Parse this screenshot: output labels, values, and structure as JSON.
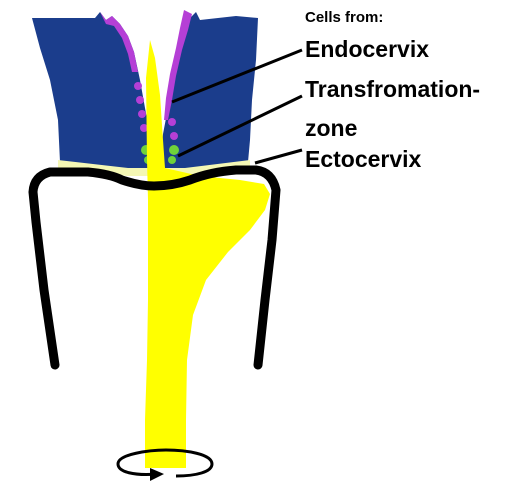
{
  "diagram": {
    "labels": {
      "heading": "Cells from:",
      "endocervix": "Endocervix",
      "transformation_line1": "Transfromation-",
      "transformation_line2": "zone",
      "ectocervix": "Ectocervix"
    },
    "colors": {
      "endocervix_tissue": "#1b3d8c",
      "endocervical_epithelium": "#b53fd6",
      "transformation_zone": "#6fd23a",
      "ectocervix_epithelium": "#f4f7b4",
      "brush": "#ffff00",
      "outline": "#000000"
    }
  }
}
